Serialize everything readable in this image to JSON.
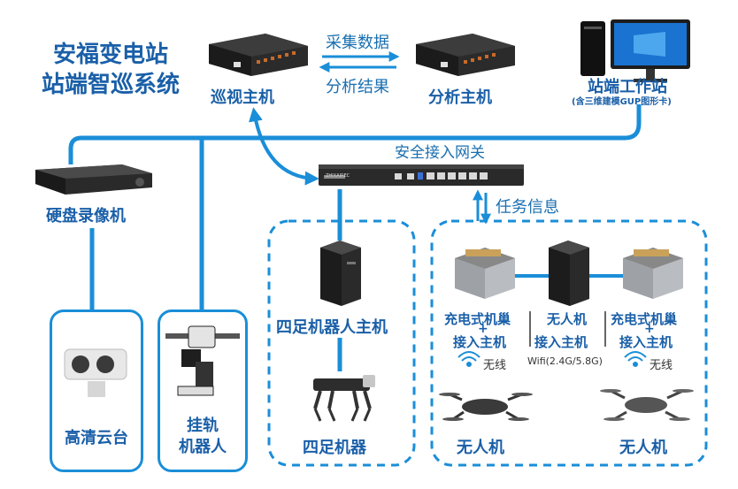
{
  "title": {
    "line1": "安福变电站",
    "line2": "站端智巡系统"
  },
  "devices": {
    "patrol_host": "巡视主机",
    "analysis_host": "分析主机",
    "workstation": "站端工作站",
    "workstation_note": "(含三维建模GUP图形卡)",
    "gateway": "安全接入网关",
    "gateway_brand": "ZHIXAIREC",
    "nvr": "硬盘录像机",
    "ptz": "高清云台",
    "rail_robot_l1": "挂轨",
    "rail_robot_l2": "机器人",
    "quadruped_host": "四足机器人主机",
    "quadruped": "四足机器",
    "nest_left_l1": "充电式机巢",
    "nest_left_l2": "接入主机",
    "uav_host_l1": "无人机",
    "uav_host_l2": "接入主机",
    "nest_right_l1": "充电式机巢",
    "nest_right_l2": "接入主机",
    "plus": "+",
    "wireless_left": "无线",
    "wifi": "Wifi(2.4G/5.8G)",
    "wireless_right": "无线",
    "uav_left": "无人机",
    "uav_right": "无人机"
  },
  "links": {
    "collect": "采集数据",
    "result": "分析结果",
    "task": "任务信息"
  },
  "colors": {
    "link": "#1a8ed8",
    "title": "#1a5fa8",
    "device_dark": "#1f1f1f"
  }
}
